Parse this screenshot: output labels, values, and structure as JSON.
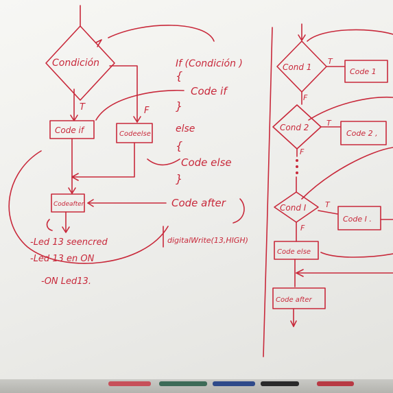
{
  "left_flowchart": {
    "condition": "Condición",
    "true_label": "T",
    "false_label": "F",
    "code_if": "Code if",
    "code_else": "Codeelse",
    "code_after": "Codeafter"
  },
  "code_text": {
    "if_line": "If (Condición )",
    "open_brace_1": "{",
    "code_if": "Code if",
    "close_brace_1": "}",
    "else_line": "else",
    "open_brace_2": "{",
    "code_else": "Code else",
    "close_brace_2": "}",
    "code_after": "Code after"
  },
  "notes": {
    "line1": "-Led 13 seencred",
    "line2": "-Led 13 en ON",
    "line3": "-ON Led13.",
    "digital_write": "digitalWrite(13,HIGH)"
  },
  "right_flowchart": {
    "cond_1": "Cond 1",
    "cond_2": "Cond 2",
    "cond_i": "Cond I",
    "true_label": "T",
    "false_label": "F",
    "code_1": "Code 1",
    "code_2": "Code 2 ,",
    "code_i": "Code I .",
    "code_else": "Code else",
    "code_after": "Code after"
  },
  "colors": {
    "ink": "#c8283a",
    "board": "#f2f2ef"
  }
}
